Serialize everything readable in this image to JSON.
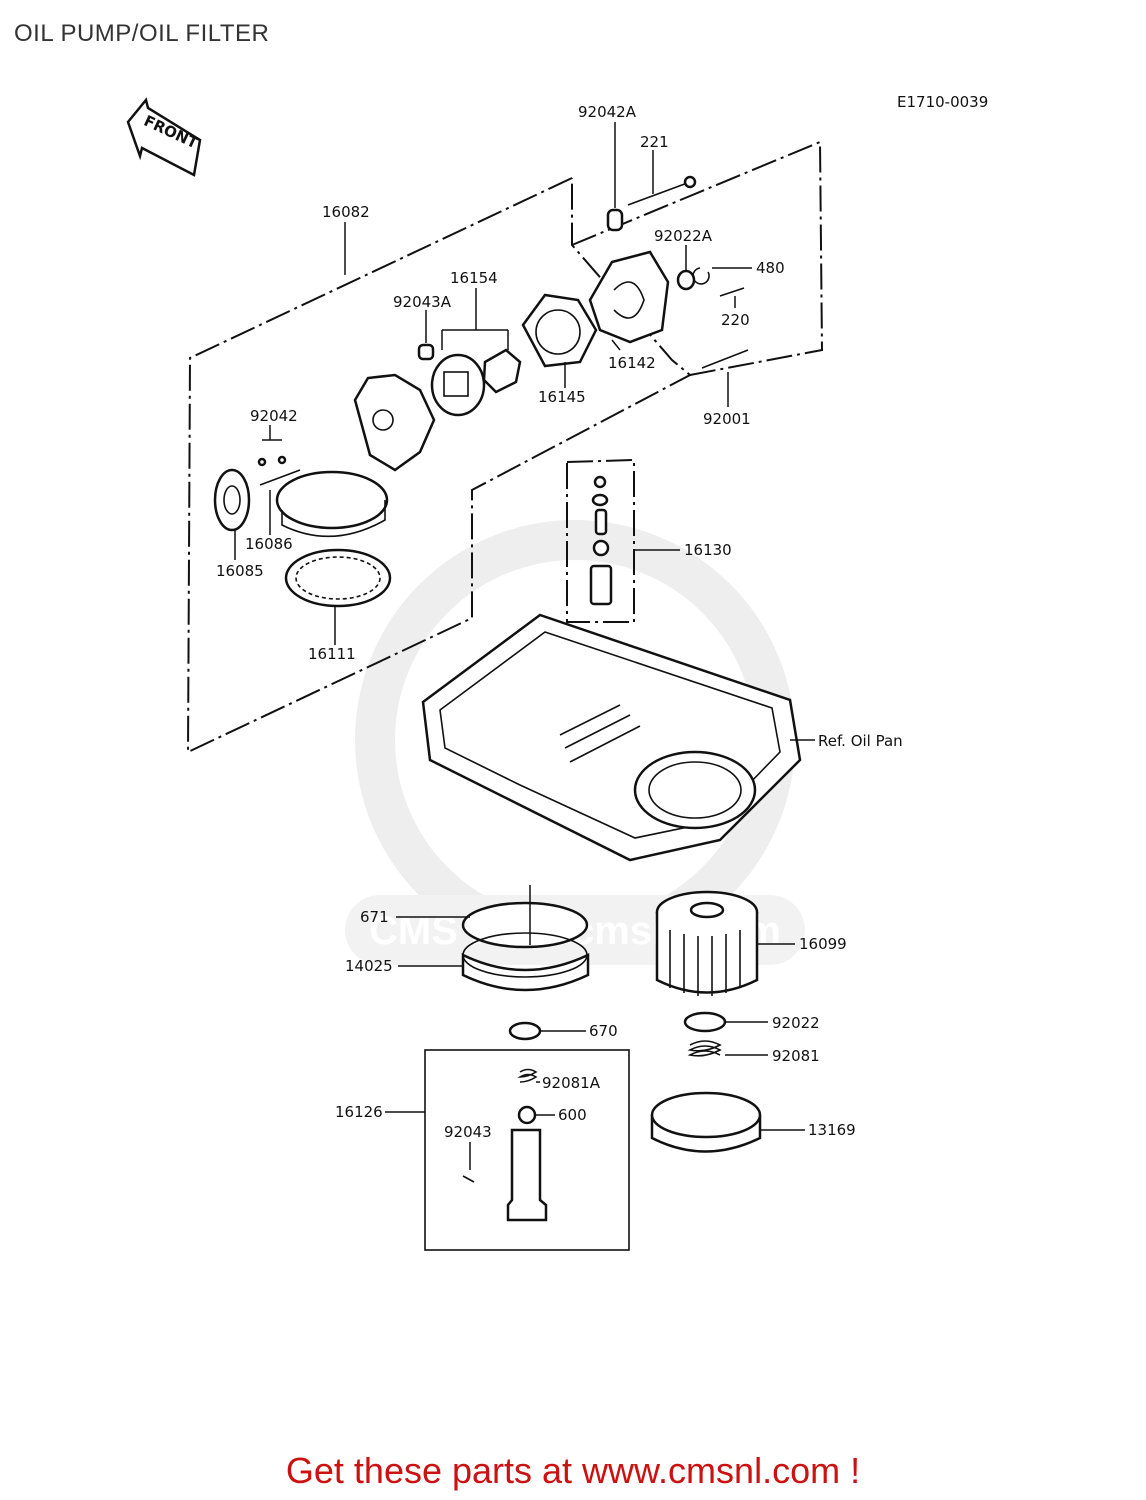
{
  "title": "OIL PUMP/OIL FILTER",
  "diagram_code": "E1710-0039",
  "front_arrow_text": "FRONT",
  "watermark": "CMS www.cmsnl.com",
  "call_to_action": "Get these parts at www.cmsnl.com !",
  "colors": {
    "cta": "#cc1111",
    "ink": "#111111",
    "watermark": "#dddddd"
  },
  "part_labels": {
    "p92042A": "92042A",
    "p221": "221",
    "p16082": "16082",
    "p92022A": "92022A",
    "p480": "480",
    "p16154": "16154",
    "p92043A": "92043A",
    "p220": "220",
    "p16142": "16142",
    "p16145": "16145",
    "p92001": "92001",
    "p92042": "92042",
    "p16086": "16086",
    "p16085": "16085",
    "p16130": "16130",
    "p16111": "16111",
    "ref_oil_pan": "Ref. Oil Pan",
    "p671": "671",
    "p14025": "14025",
    "p16099": "16099",
    "p670": "670",
    "p92022": "92022",
    "p92081": "92081",
    "p92081A": "92081A",
    "p16126": "16126",
    "p600": "600",
    "p92043": "92043",
    "p13169": "13169"
  }
}
